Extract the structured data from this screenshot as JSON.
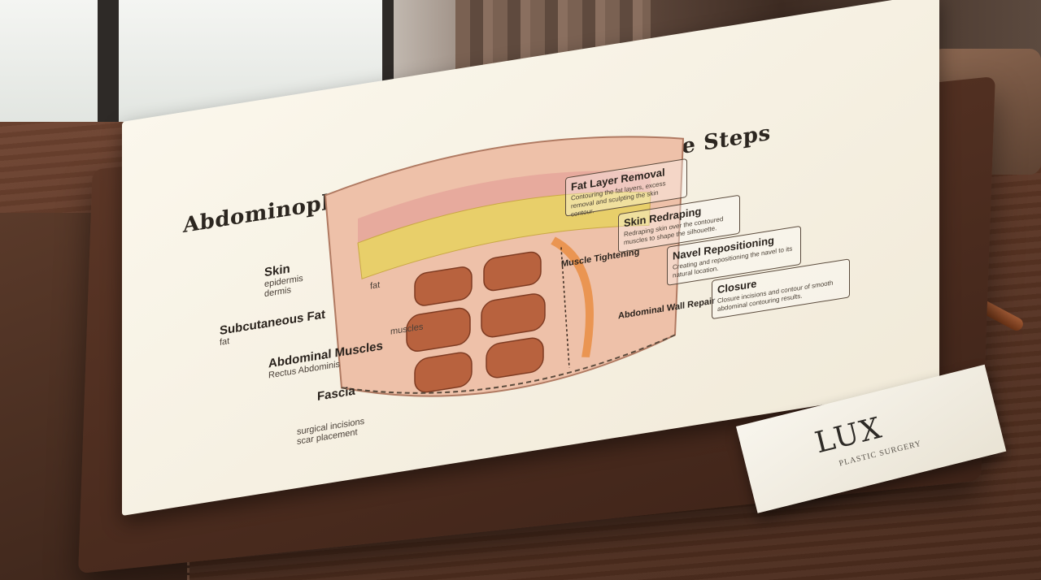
{
  "diagram": {
    "title": "Abdominoplasty (Tummy Tuck) Procedure Steps",
    "left_labels": [
      {
        "main": "Skin",
        "subs": [
          "epidermis",
          "dermis"
        ]
      },
      {
        "main": "Subcutaneous Fat",
        "subs": [
          "fat"
        ]
      },
      {
        "main": "Abdominal Muscles",
        "subs": [
          "Rectus Abdominis"
        ]
      },
      {
        "main": "Fascia",
        "subs": []
      },
      {
        "main": "",
        "subs": [
          "surgical incisions",
          "scar placement"
        ]
      }
    ],
    "inner_labels": {
      "fat": "fat",
      "muscles": "muscles",
      "muscle_tightening": "Muscle Tightening",
      "wall_repair": "Abdominal Wall Repair"
    },
    "steps": [
      {
        "title": "Fat Layer Removal",
        "desc": "Contouring the fat layers, excess removal and sculpting the skin contour."
      },
      {
        "title": "Skin Redraping",
        "desc": "Redraping skin over the contoured muscles to shape the silhouette."
      },
      {
        "title": "Navel Repositioning",
        "desc": "Creating and repositioning the navel to its natural location."
      },
      {
        "title": "Closure",
        "desc": "Closure incisions and contour of smooth abdominal contouring results."
      }
    ]
  },
  "business_card": {
    "logo": "LUX",
    "subtitle": "PLASTIC SURGERY"
  },
  "colors": {
    "paper": "#f6f0e1",
    "skin": "#e9b7a0",
    "fat": "#e8cf6a",
    "muscle": "#b8623e",
    "desk": "#5a3524",
    "leather": "#4a2b1d"
  },
  "icons": [
    "coffee-cup-icon",
    "pen-icon",
    "business-card-icon"
  ]
}
